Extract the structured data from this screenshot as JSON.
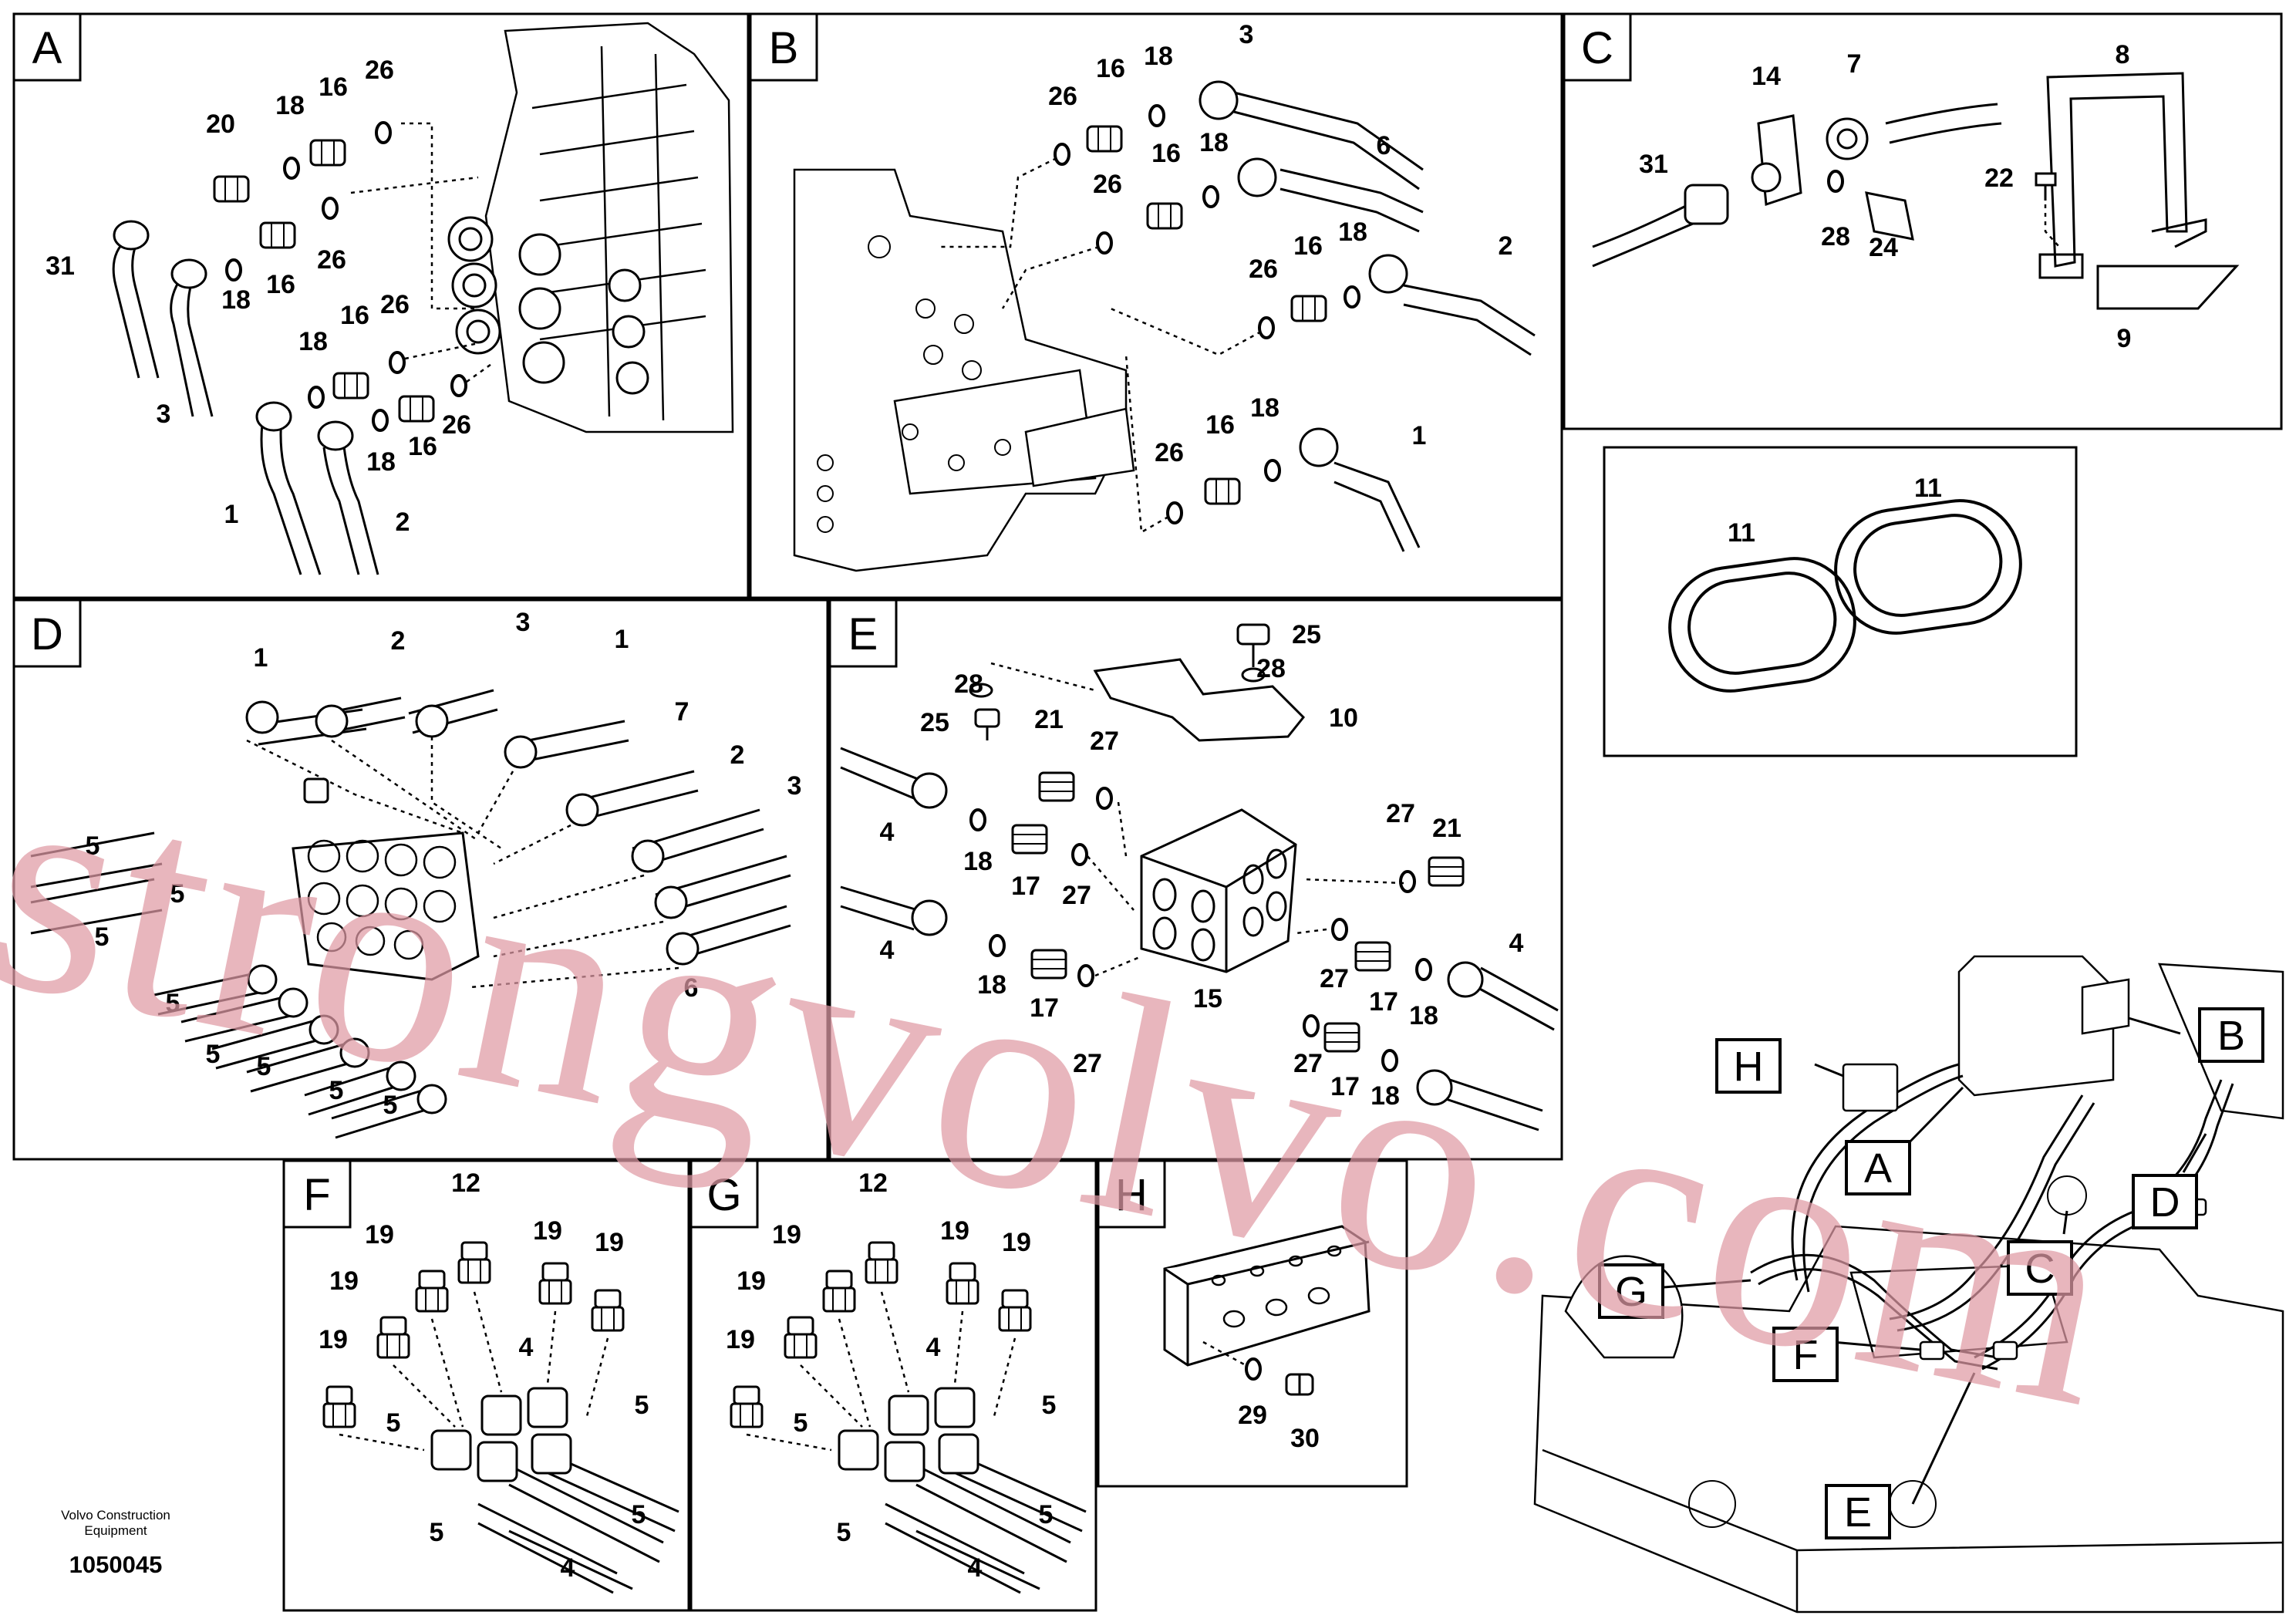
{
  "panels": [
    {
      "id": "A",
      "title": "A",
      "callouts": [
        {
          "text": "20"
        },
        {
          "text": "18"
        },
        {
          "text": "16"
        },
        {
          "text": "26"
        },
        {
          "text": "31"
        },
        {
          "text": "18"
        },
        {
          "text": "16"
        },
        {
          "text": "26"
        },
        {
          "text": "16"
        },
        {
          "text": "26"
        },
        {
          "text": "18"
        },
        {
          "text": "3"
        },
        {
          "text": "18"
        },
        {
          "text": "16"
        },
        {
          "text": "26"
        },
        {
          "text": "1"
        },
        {
          "text": "2"
        }
      ]
    },
    {
      "id": "B",
      "title": "B",
      "callouts": [
        {
          "text": "16"
        },
        {
          "text": "18"
        },
        {
          "text": "3"
        },
        {
          "text": "26"
        },
        {
          "text": "16"
        },
        {
          "text": "18"
        },
        {
          "text": "6"
        },
        {
          "text": "26"
        },
        {
          "text": "26"
        },
        {
          "text": "16"
        },
        {
          "text": "18"
        },
        {
          "text": "2"
        },
        {
          "text": "16"
        },
        {
          "text": "18"
        },
        {
          "text": "26"
        },
        {
          "text": "1"
        }
      ]
    },
    {
      "id": "C",
      "title": "C",
      "callouts": [
        {
          "text": "14"
        },
        {
          "text": "7"
        },
        {
          "text": "8"
        },
        {
          "text": "31"
        },
        {
          "text": "22"
        },
        {
          "text": "28"
        },
        {
          "text": "24"
        },
        {
          "text": "9"
        }
      ]
    },
    {
      "id": "C2",
      "title": "",
      "callouts": [
        {
          "text": "11"
        },
        {
          "text": "11"
        }
      ]
    },
    {
      "id": "D",
      "title": "D",
      "callouts": [
        {
          "text": "1"
        },
        {
          "text": "2"
        },
        {
          "text": "3"
        },
        {
          "text": "1"
        },
        {
          "text": "7"
        },
        {
          "text": "2"
        },
        {
          "text": "3"
        },
        {
          "text": "5"
        },
        {
          "text": "5"
        },
        {
          "text": "5"
        },
        {
          "text": "5"
        },
        {
          "text": "5"
        },
        {
          "text": "5"
        },
        {
          "text": "5"
        },
        {
          "text": "5"
        },
        {
          "text": "6"
        }
      ]
    },
    {
      "id": "E",
      "title": "E",
      "callouts": [
        {
          "text": "25"
        },
        {
          "text": "28"
        },
        {
          "text": "28"
        },
        {
          "text": "25"
        },
        {
          "text": "10"
        },
        {
          "text": "21"
        },
        {
          "text": "27"
        },
        {
          "text": "4"
        },
        {
          "text": "18"
        },
        {
          "text": "17"
        },
        {
          "text": "27"
        },
        {
          "text": "27"
        },
        {
          "text": "21"
        },
        {
          "text": "4"
        },
        {
          "text": "18"
        },
        {
          "text": "17"
        },
        {
          "text": "15"
        },
        {
          "text": "27"
        },
        {
          "text": "17"
        },
        {
          "text": "18"
        },
        {
          "text": "4"
        },
        {
          "text": "27"
        },
        {
          "text": "17"
        },
        {
          "text": "18"
        },
        {
          "text": "27"
        }
      ]
    },
    {
      "id": "F",
      "title": "F",
      "callouts": [
        {
          "text": "12"
        },
        {
          "text": "19"
        },
        {
          "text": "19"
        },
        {
          "text": "19"
        },
        {
          "text": "19"
        },
        {
          "text": "19"
        },
        {
          "text": "4"
        },
        {
          "text": "5"
        },
        {
          "text": "5"
        },
        {
          "text": "5"
        },
        {
          "text": "5"
        },
        {
          "text": "4"
        }
      ]
    },
    {
      "id": "G",
      "title": "G",
      "callouts": [
        {
          "text": "12"
        },
        {
          "text": "19"
        },
        {
          "text": "19"
        },
        {
          "text": "19"
        },
        {
          "text": "19"
        },
        {
          "text": "19"
        },
        {
          "text": "4"
        },
        {
          "text": "5"
        },
        {
          "text": "5"
        },
        {
          "text": "5"
        },
        {
          "text": "5"
        },
        {
          "text": "4"
        }
      ]
    },
    {
      "id": "H",
      "title": "H",
      "callouts": [
        {
          "text": "29"
        },
        {
          "text": "30"
        }
      ]
    }
  ],
  "overview_labels": [
    "H",
    "B",
    "A",
    "C",
    "D",
    "G",
    "F",
    "E"
  ],
  "footer": {
    "brand_line1": "Volvo Construction",
    "brand_line2": "Equipment",
    "doc_id": "1050045"
  },
  "watermark": "strongvolvo.com",
  "colors": {
    "line": "#000000",
    "background": "#ffffff",
    "watermark": "#e09aa5"
  }
}
